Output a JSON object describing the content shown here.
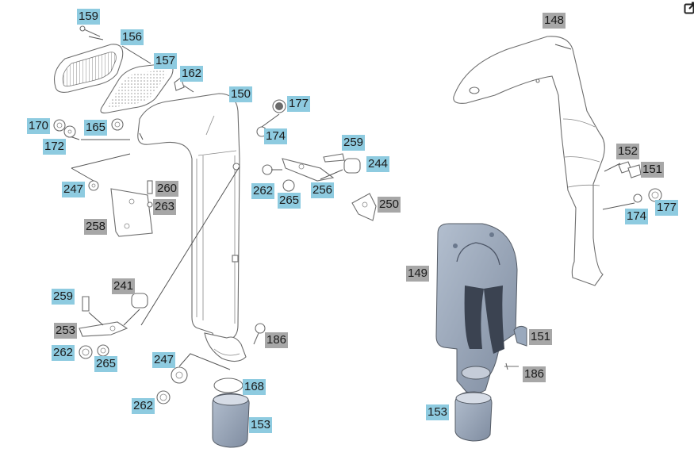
{
  "colors": {
    "label_blue": "#8ecbe0",
    "label_gray": "#a7a7a7",
    "part_blue": "#9aa9bd",
    "part_blue_dark": "#6a788d",
    "hose_dark": "#3b4351"
  },
  "toolbar": {
    "export_icon": "export-icon"
  },
  "labels": [
    {
      "id": "l159a",
      "text": "159",
      "style": "blue"
    },
    {
      "id": "l156",
      "text": "156",
      "style": "blue"
    },
    {
      "id": "l157",
      "text": "157",
      "style": "blue"
    },
    {
      "id": "l162",
      "text": "162",
      "style": "blue"
    },
    {
      "id": "l150",
      "text": "150",
      "style": "blue"
    },
    {
      "id": "l177a",
      "text": "177",
      "style": "blue"
    },
    {
      "id": "l170",
      "text": "170",
      "style": "blue"
    },
    {
      "id": "l165",
      "text": "165",
      "style": "blue"
    },
    {
      "id": "l172",
      "text": "172",
      "style": "blue"
    },
    {
      "id": "l174a",
      "text": "174",
      "style": "blue"
    },
    {
      "id": "l259a",
      "text": "259",
      "style": "blue"
    },
    {
      "id": "l244",
      "text": "244",
      "style": "blue"
    },
    {
      "id": "l247a",
      "text": "247",
      "style": "blue"
    },
    {
      "id": "l260",
      "text": "260",
      "style": "gray"
    },
    {
      "id": "l263",
      "text": "263",
      "style": "gray"
    },
    {
      "id": "l262a",
      "text": "262",
      "style": "blue"
    },
    {
      "id": "l256",
      "text": "256",
      "style": "blue"
    },
    {
      "id": "l265a",
      "text": "265",
      "style": "blue"
    },
    {
      "id": "l250",
      "text": "250",
      "style": "gray"
    },
    {
      "id": "l258",
      "text": "258",
      "style": "gray"
    },
    {
      "id": "l241",
      "text": "241",
      "style": "gray"
    },
    {
      "id": "l259b",
      "text": "259",
      "style": "blue"
    },
    {
      "id": "l253",
      "text": "253",
      "style": "gray"
    },
    {
      "id": "l262b",
      "text": "262",
      "style": "blue"
    },
    {
      "id": "l265b",
      "text": "265",
      "style": "blue"
    },
    {
      "id": "l186a",
      "text": "186",
      "style": "gray"
    },
    {
      "id": "l247b",
      "text": "247",
      "style": "blue"
    },
    {
      "id": "l168",
      "text": "168",
      "style": "blue"
    },
    {
      "id": "l262c",
      "text": "262",
      "style": "blue"
    },
    {
      "id": "l153a",
      "text": "153",
      "style": "blue"
    },
    {
      "id": "l148",
      "text": "148",
      "style": "gray"
    },
    {
      "id": "l152",
      "text": "152",
      "style": "gray"
    },
    {
      "id": "l151a",
      "text": "151",
      "style": "gray"
    },
    {
      "id": "l174b",
      "text": "174",
      "style": "blue"
    },
    {
      "id": "l177b",
      "text": "177",
      "style": "blue"
    },
    {
      "id": "l149",
      "text": "149",
      "style": "gray"
    },
    {
      "id": "l151b",
      "text": "151",
      "style": "gray"
    },
    {
      "id": "l186b",
      "text": "186",
      "style": "gray"
    },
    {
      "id": "l153b",
      "text": "153",
      "style": "blue"
    }
  ]
}
